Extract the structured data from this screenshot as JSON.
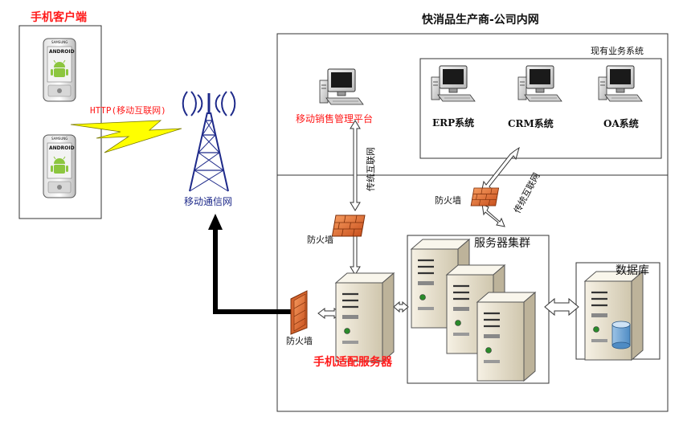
{
  "title": "快消品生产商-公司内网",
  "mobile_clients": {
    "label": "手机客户端",
    "phone_screen_text": "ANDROID",
    "phone_brand_text": "SAMSUNG"
  },
  "link_label": "HTTP(移动互联网)",
  "tower_label": "移动通信网",
  "existing_systems": {
    "label": "现有业务系统",
    "systems": [
      "ERP系统",
      "CRM系统",
      "OA系统"
    ]
  },
  "sales_platform_label": "移动销售管理平台",
  "internet_label": "传统互联网",
  "firewall_label": "防火墙",
  "adapter_server_label": "手机适配服务器",
  "server_cluster_label": "服务器集群",
  "database_label": "数据库",
  "colors": {
    "accent_red": "#ff1a1a",
    "lightning": "#ffff00",
    "firewall": "#e8743a",
    "server_body": "#e9e2cf",
    "line": "#333333"
  }
}
